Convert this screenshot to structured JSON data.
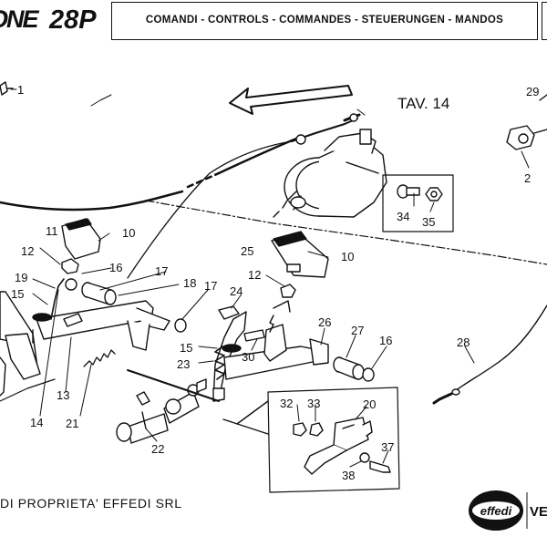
{
  "header": {
    "brand_name": "ONE",
    "brand_model": "28P",
    "title": "COMANDI - CONTROLS - COMMANDES - STEUERUNGEN - MANDOS"
  },
  "diagram": {
    "table_reference": "TAV. 14",
    "part_numbers": [
      "1",
      "2",
      "10",
      "10",
      "11",
      "12",
      "12",
      "13",
      "14",
      "15",
      "15",
      "16",
      "16",
      "17",
      "17",
      "18",
      "19",
      "20",
      "21",
      "22",
      "23",
      "24",
      "25",
      "26",
      "27",
      "28",
      "29",
      "30",
      "32",
      "33",
      "34",
      "35",
      "37",
      "38"
    ]
  },
  "footer": {
    "ownership_note": "DI PROPRIETA' EFFEDI SRL",
    "logo_text": "effedi",
    "logo_partial_text": "VEI"
  }
}
